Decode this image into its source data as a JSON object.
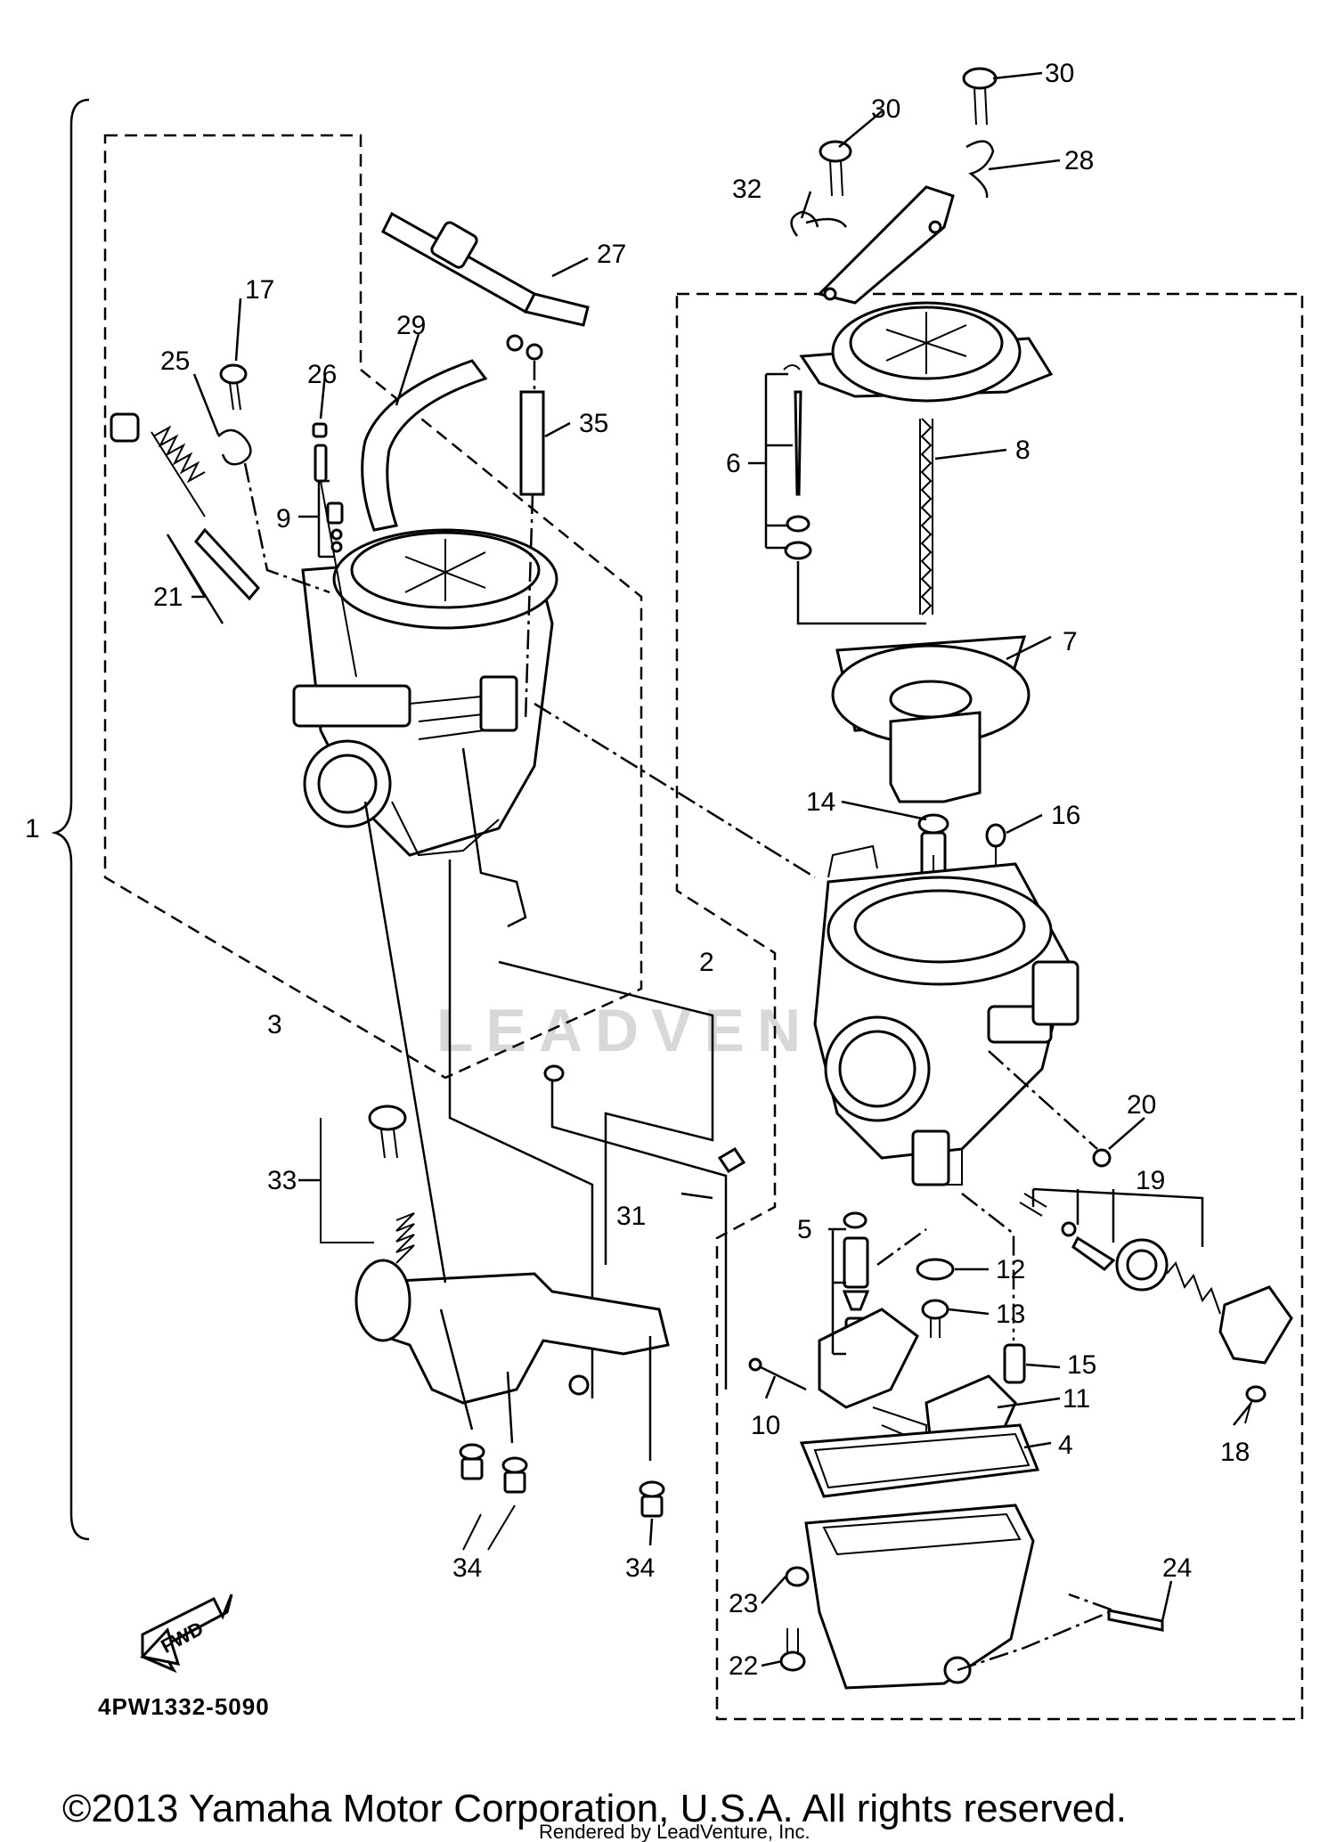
{
  "diagram_code": "4PW1332-5090",
  "fwd_label": "FWD",
  "watermark": "LEADVENTURE",
  "copyright": "©2013 Yamaha Motor Corporation, U.S.A. All rights reserved.",
  "rendered_by": "Rendered by LeadVenture, Inc.",
  "callouts": [
    "1",
    "2",
    "3",
    "4",
    "5",
    "6",
    "7",
    "8",
    "9",
    "10",
    "11",
    "12",
    "13",
    "14",
    "15",
    "16",
    "17",
    "18",
    "19",
    "20",
    "21",
    "22",
    "23",
    "24",
    "25",
    "26",
    "27",
    "28",
    "29",
    "30",
    "30",
    "31",
    "32",
    "33",
    "34",
    "34",
    "35"
  ]
}
